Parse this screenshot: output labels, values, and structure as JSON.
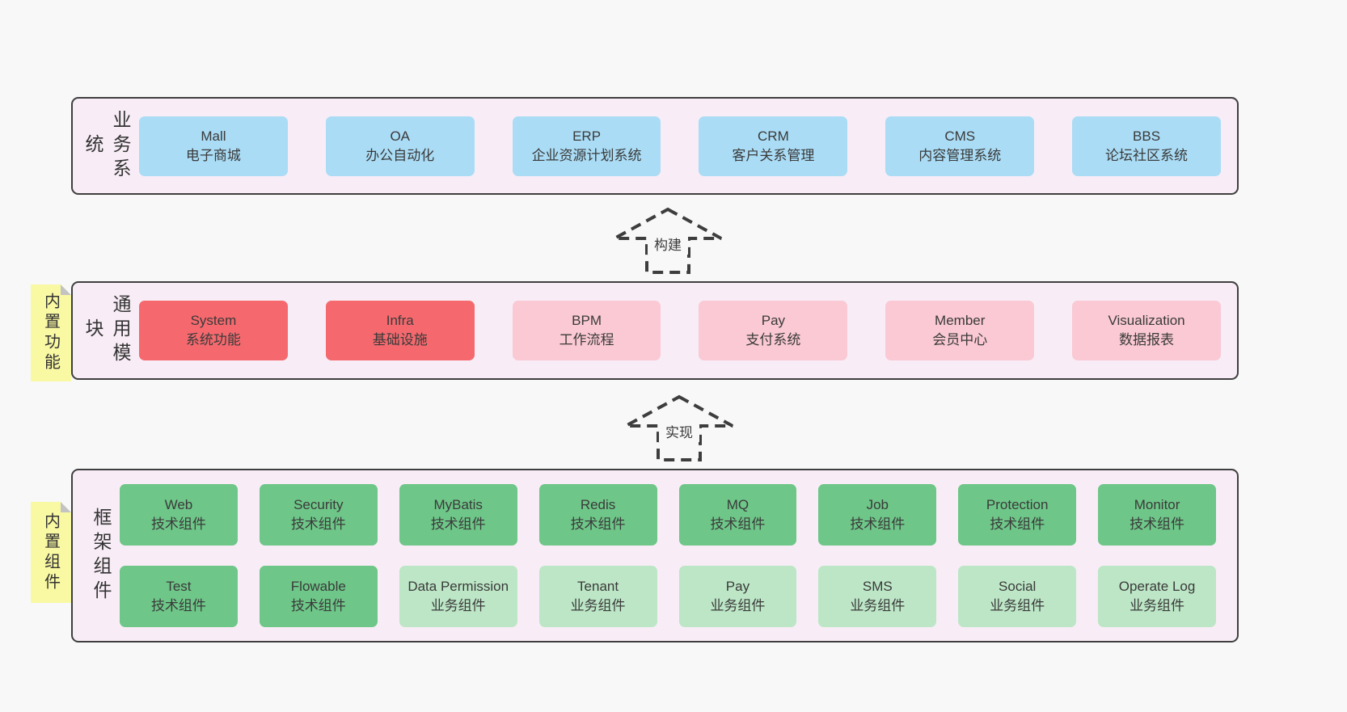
{
  "colors": {
    "page-bg": "#f8f8f8",
    "panel-bg": "#f8edf6",
    "panel-border": "#3f3f3f",
    "blue": "#aadcf5",
    "red": "#f5696e",
    "pink": "#fac9d3",
    "green": "#6ec688",
    "lightgreen": "#bce6c6",
    "yellow": "#f9f8a3",
    "fold": "#c3c3c3",
    "text": "#3a3a3a"
  },
  "arrows": [
    {
      "label": "构建"
    },
    {
      "label": "实现"
    }
  ],
  "layer1": {
    "label": "业务系统",
    "boxes": [
      {
        "name": "Mall",
        "desc": "电子商城"
      },
      {
        "name": "OA",
        "desc": "办公自动化"
      },
      {
        "name": "ERP",
        "desc": "企业资源计划系统"
      },
      {
        "name": "CRM",
        "desc": "客户关系管理"
      },
      {
        "name": "CMS",
        "desc": "内容管理系统"
      },
      {
        "name": "BBS",
        "desc": "论坛社区系统"
      }
    ]
  },
  "layer2": {
    "label": "通用模块",
    "tag": "内置功能",
    "boxes": [
      {
        "name": "System",
        "desc": "系统功能"
      },
      {
        "name": "Infra",
        "desc": "基础设施"
      },
      {
        "name": "BPM",
        "desc": "工作流程"
      },
      {
        "name": "Pay",
        "desc": "支付系统"
      },
      {
        "name": "Member",
        "desc": "会员中心"
      },
      {
        "name": "Visualization",
        "desc": "数据报表"
      }
    ]
  },
  "layer3": {
    "label": "框架组件",
    "tag": "内置组件",
    "row1": [
      {
        "name": "Web",
        "desc": "技术组件"
      },
      {
        "name": "Security",
        "desc": "技术组件"
      },
      {
        "name": "MyBatis",
        "desc": "技术组件"
      },
      {
        "name": "Redis",
        "desc": "技术组件"
      },
      {
        "name": "MQ",
        "desc": "技术组件"
      },
      {
        "name": "Job",
        "desc": "技术组件"
      },
      {
        "name": "Protection",
        "desc": "技术组件"
      },
      {
        "name": "Monitor",
        "desc": "技术组件"
      }
    ],
    "row2": [
      {
        "name": "Test",
        "desc": "技术组件"
      },
      {
        "name": "Flowable",
        "desc": "技术组件"
      },
      {
        "name": "Data Permission",
        "desc": "业务组件"
      },
      {
        "name": "Tenant",
        "desc": "业务组件"
      },
      {
        "name": "Pay",
        "desc": "业务组件"
      },
      {
        "name": "SMS",
        "desc": "业务组件"
      },
      {
        "name": "Social",
        "desc": "业务组件"
      },
      {
        "name": "Operate Log",
        "desc": "业务组件"
      }
    ]
  }
}
